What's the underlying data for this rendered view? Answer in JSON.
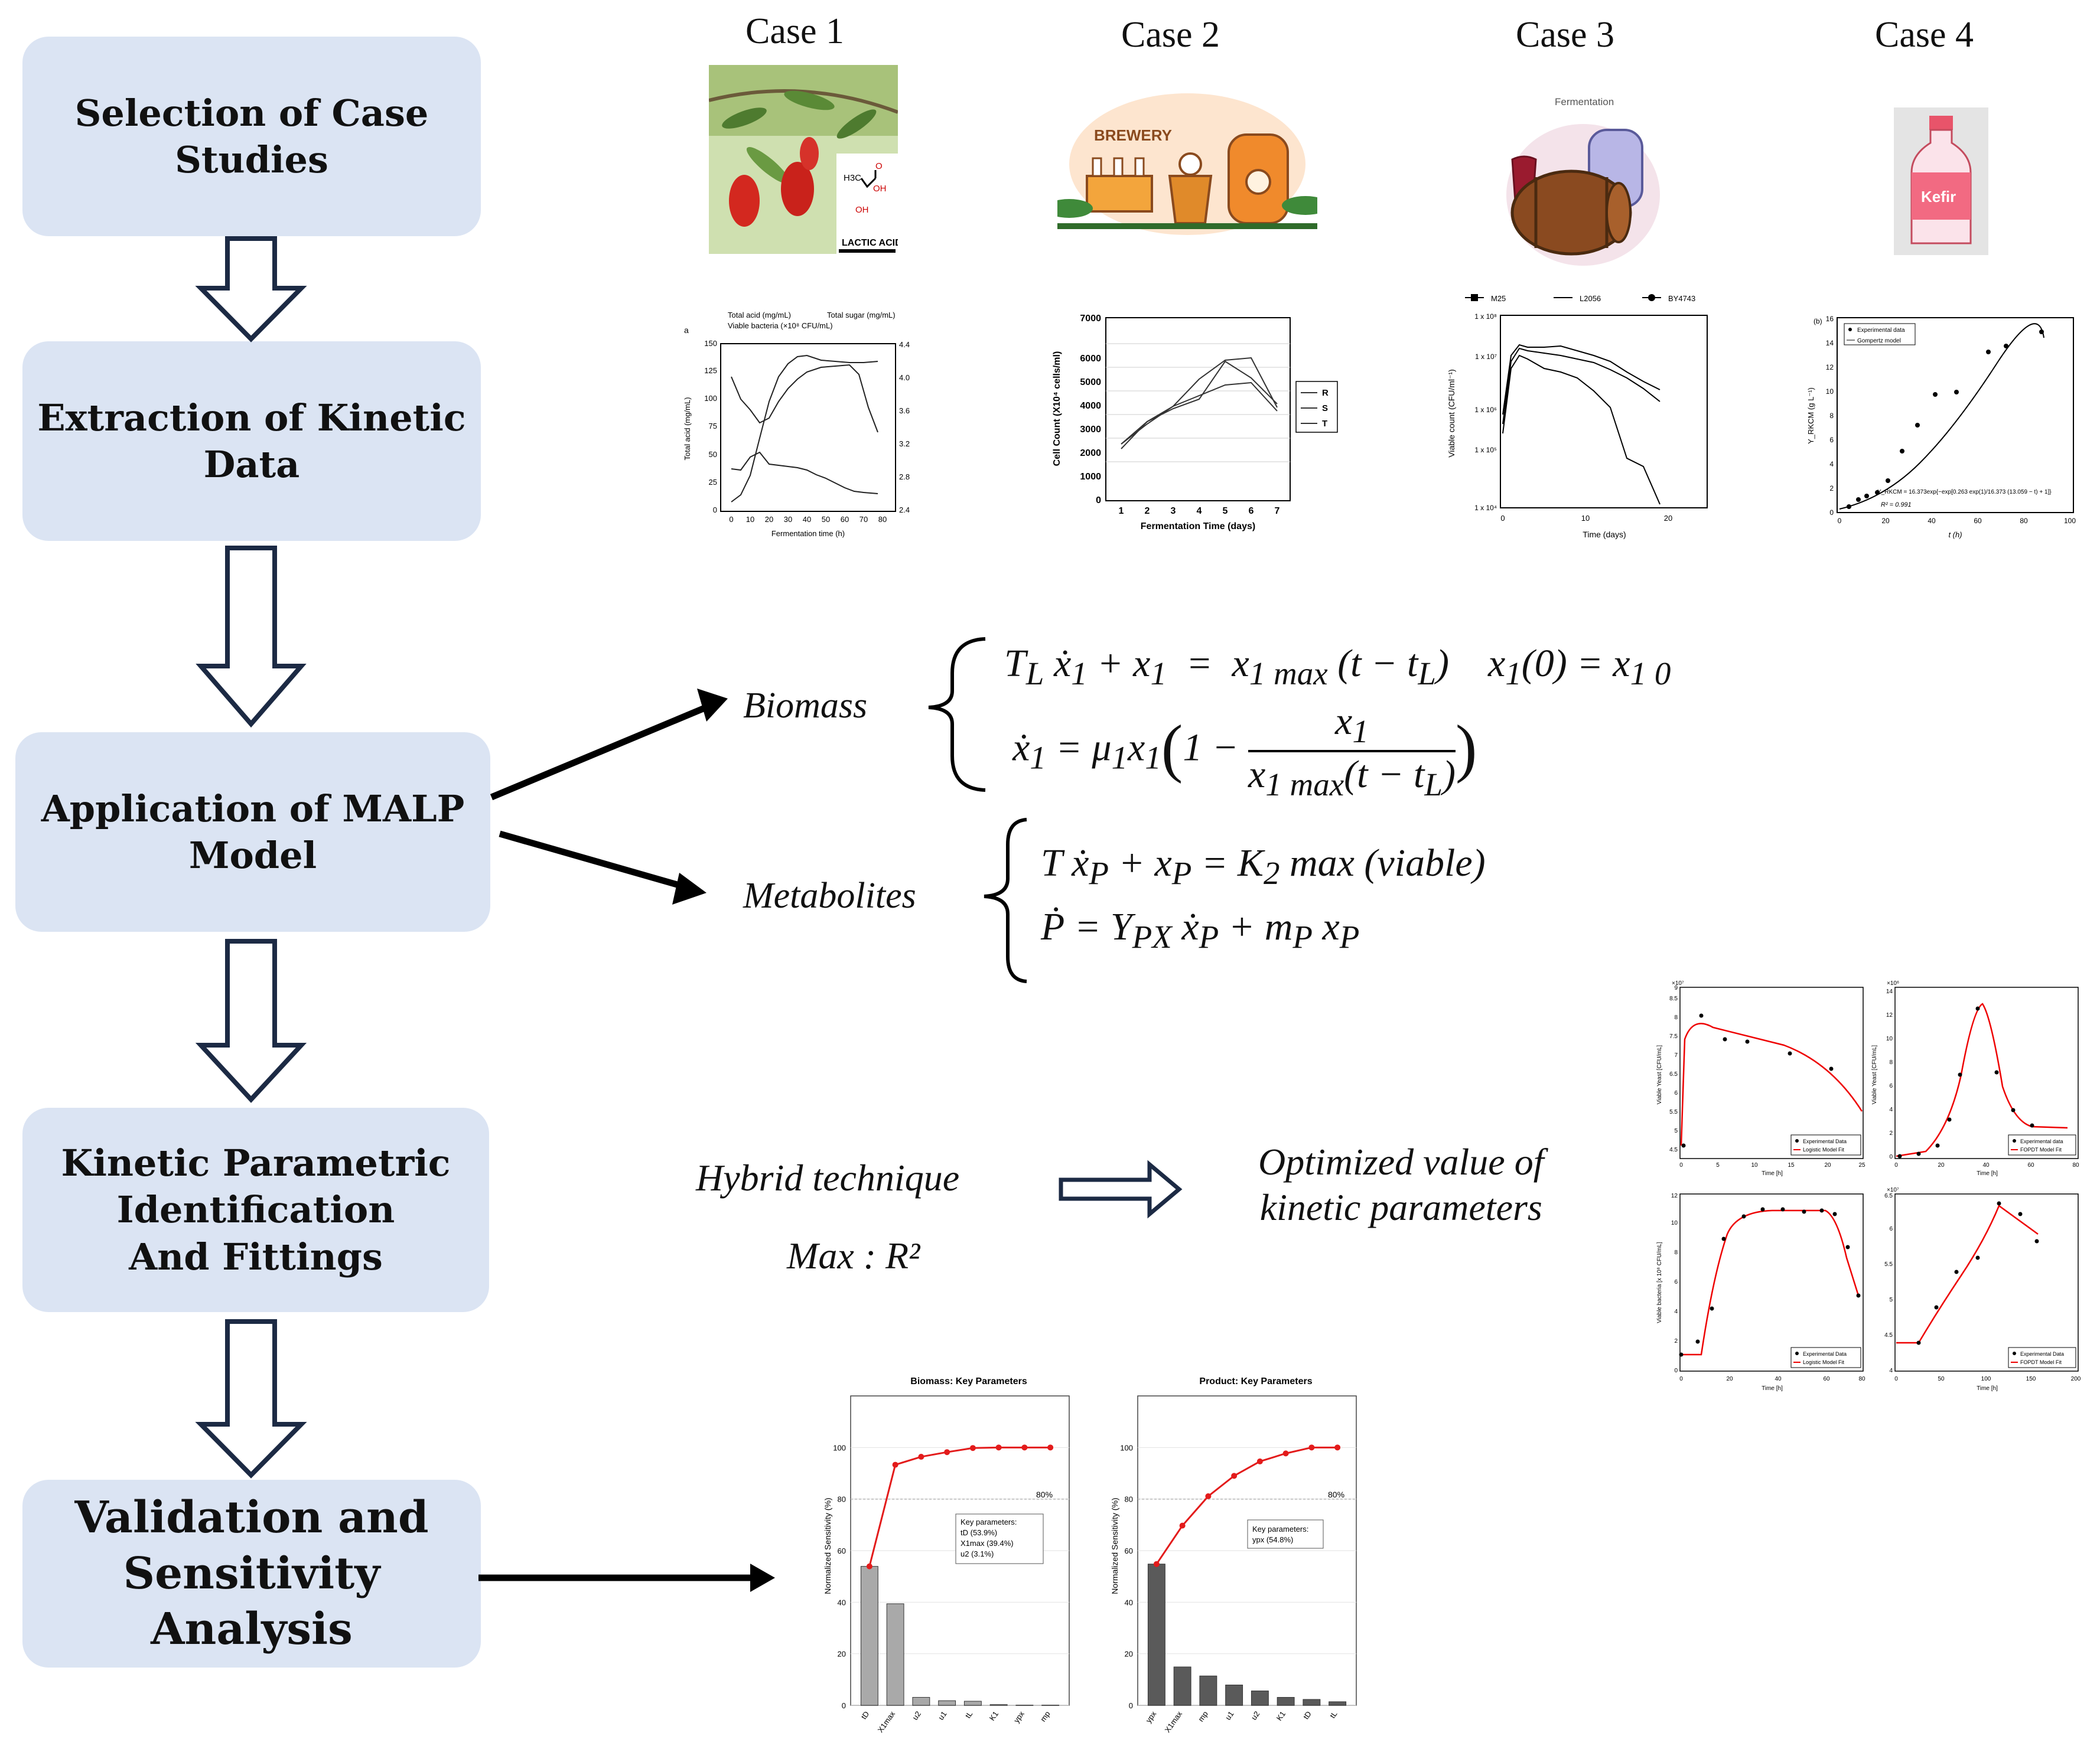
{
  "flow_steps": [
    {
      "label": "Selection of Case\nStudies"
    },
    {
      "label": "Extraction of Kinetic\nData"
    },
    {
      "label": "Application of MALP\nModel"
    },
    {
      "label": "Kinetic Parametric\nIdentification\nAnd Fittings"
    },
    {
      "label": "Validation and\nSensitivity\nAnalysis"
    }
  ],
  "cases": [
    {
      "title": "Case 1",
      "image_caption": "LACTIC ACID",
      "formula": {
        "h3c": "H3C",
        "oh1": "OH",
        "oh2": "OH",
        "o": "O"
      }
    },
    {
      "title": "Case 2",
      "image_caption": "BREWERY"
    },
    {
      "title": "Case 3",
      "image_caption": "Fermentation"
    },
    {
      "title": "Case 4",
      "image_caption": "Kefir"
    }
  ],
  "model": {
    "biomass_label": "Biomass",
    "metabolites_label": "Metabolites",
    "hybrid_label": "Hybrid technique",
    "max_label": "Max : R²",
    "optimized_label": "Optimized value of\nkinetic parameters"
  },
  "case_plots": {
    "case1": {
      "legend": [
        "Total acid (mg/mL)",
        "Total sugar (mg/mL)",
        "Viable bacteria (×10⁸ CFU/mL)"
      ],
      "panel": "a",
      "xlabel": "Fermentation time (h)",
      "ylabel": "Total acid (mg/mL)",
      "y_ticks": [
        "0",
        "25",
        "50",
        "75",
        "100",
        "125",
        "150"
      ],
      "y2_ticks": [
        "2.4",
        "2.8",
        "3.2",
        "3.6",
        "4.0",
        "4.4"
      ],
      "x_ticks": [
        "0",
        "10",
        "20",
        "30",
        "40",
        "50",
        "60",
        "70",
        "80"
      ]
    },
    "case2": {
      "xlabel": "Fermentation Time (days)",
      "ylabel": "Cell Count (X10⁴ cells/ml)",
      "y_ticks": [
        "0",
        "1000",
        "2000",
        "3000",
        "4000",
        "5000",
        "6000",
        "7000"
      ],
      "x_ticks": [
        "1",
        "2",
        "3",
        "4",
        "5",
        "6",
        "7"
      ],
      "legend": [
        "R",
        "S",
        "T"
      ]
    },
    "case3": {
      "legend": [
        "M25",
        "L2056",
        "BY4743"
      ],
      "xlabel": "Time (days)",
      "ylabel": "Viable count (CFU/ml⁻¹)",
      "y_ticks": [
        "1 x 10⁴",
        "1 x 10⁵",
        "1 x 10⁶",
        "1 x 10⁷",
        "1 x 10⁸"
      ],
      "x_ticks": [
        "0",
        "10",
        "20"
      ]
    },
    "case4": {
      "panel": "(b)",
      "legend": [
        "Experimental data",
        "Gompertz model"
      ],
      "xlabel": "t (h)",
      "ylabel": "Y_RKCM (g L⁻¹)",
      "x_ticks": [
        "0",
        "20",
        "40",
        "60",
        "80",
        "100"
      ],
      "y_ticks": [
        "0",
        "2",
        "4",
        "6",
        "8",
        "10",
        "12",
        "14",
        "16"
      ],
      "equation": "Y_RKCM = 16.373exp{−exp[0.263 exp(1)/16.373 (13.059 − t) + 1]}",
      "r2": "R² = 0.991"
    }
  },
  "fit_plots": [
    {
      "ylabel": "Viable Yeast [CFU/mL]",
      "xlabel": "Time [h]",
      "legend": [
        "Experimental Data",
        "Logistic Model Fit"
      ],
      "exponent": "×10⁷",
      "x_ticks": [
        "0",
        "5",
        "10",
        "15",
        "20",
        "25"
      ],
      "y_ticks": [
        "4.5",
        "5",
        "5.5",
        "6",
        "6.5",
        "7",
        "7.5",
        "8",
        "8.5",
        "9"
      ]
    },
    {
      "ylabel": "Viable Yeast [CFU/mL]",
      "xlabel": "Time [h]",
      "legend": [
        "Experimental data",
        "FOPDT Model Fit"
      ],
      "exponent": "×10⁶",
      "x_ticks": [
        "0",
        "20",
        "40",
        "60",
        "80"
      ],
      "y_ticks": [
        "0",
        "2",
        "4",
        "6",
        "8",
        "10",
        "12",
        "14"
      ]
    },
    {
      "ylabel": "Viable bacteria [x 10⁸ CFU/mL]",
      "xlabel": "Time [h]",
      "legend": [
        "Experimental Data",
        "Logistic Model Fit"
      ],
      "exponent": "",
      "x_ticks": [
        "0",
        "20",
        "40",
        "60",
        "80"
      ],
      "y_ticks": [
        "0",
        "2",
        "4",
        "6",
        "8",
        "10",
        "12"
      ]
    },
    {
      "ylabel": "",
      "xlabel": "Time [h]",
      "legend": [
        "Experimental Data",
        "FOPDT Model Fit"
      ],
      "exponent": "×10⁷",
      "x_ticks": [
        "0",
        "50",
        "100",
        "150",
        "200"
      ],
      "y_ticks": [
        "4",
        "4.5",
        "5",
        "5.5",
        "6",
        "6.5"
      ]
    }
  ],
  "chart_data": [
    {
      "type": "bar",
      "title": "Biomass: Key Parameters",
      "ylabel": "Normalized Sensitivity (%)",
      "categories": [
        "tD",
        "X1max",
        "u2",
        "u1",
        "tL",
        "K1",
        "ypx",
        "mp"
      ],
      "values": [
        53.9,
        39.4,
        3.1,
        1.8,
        1.6,
        0.3,
        0.1,
        0.1
      ],
      "cumulative": [
        53.9,
        93.3,
        96.4,
        98.2,
        99.8,
        100,
        100,
        100
      ],
      "ylim": [
        0,
        120
      ],
      "y_ticks": [
        "0",
        "20",
        "40",
        "60",
        "80",
        "100"
      ],
      "threshold_label": "80%",
      "annotation": [
        "Key parameters:",
        "tD (53.9%)",
        "X1max (39.4%)",
        "u2 (3.1%)"
      ],
      "bar_color": "#a9a9a9"
    },
    {
      "type": "bar",
      "title": "Product: Key Parameters",
      "ylabel": "Normalized Sensitivity (%)",
      "categories": [
        "ypx",
        "X1max",
        "mp",
        "u1",
        "u2",
        "K1",
        "tD",
        "tL"
      ],
      "values": [
        54.8,
        14.9,
        11.4,
        7.9,
        5.6,
        3.1,
        2.3,
        1.4
      ],
      "cumulative": [
        54.8,
        69.7,
        81.1,
        89.0,
        94.6,
        97.7,
        100,
        100
      ],
      "ylim": [
        0,
        120
      ],
      "y_ticks": [
        "0",
        "20",
        "40",
        "60",
        "80",
        "100"
      ],
      "threshold_label": "80%",
      "annotation": [
        "Key parameters:",
        "ypx (54.8%)"
      ],
      "bar_color": "#5a5a5a"
    }
  ]
}
